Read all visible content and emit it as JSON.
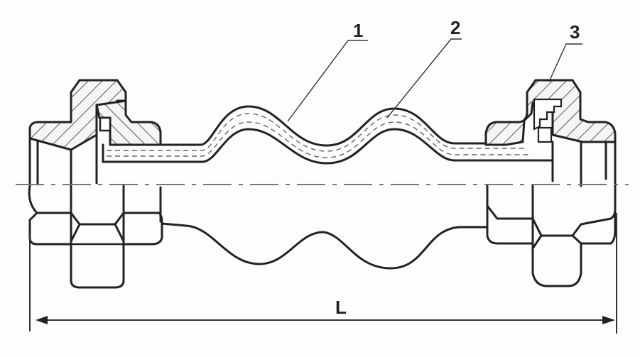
{
  "diagram": {
    "type": "technical-drawing",
    "subject": "rubber bellows expansion joint with union nut connections",
    "callouts": [
      {
        "id": "callout-1",
        "label": "1"
      },
      {
        "id": "callout-2",
        "label": "2"
      },
      {
        "id": "callout-3",
        "label": "3"
      }
    ],
    "dimension": {
      "label": "L"
    },
    "colors": {
      "line": "#222222",
      "background": "#fdfdfd",
      "centerline": "#777777"
    }
  }
}
